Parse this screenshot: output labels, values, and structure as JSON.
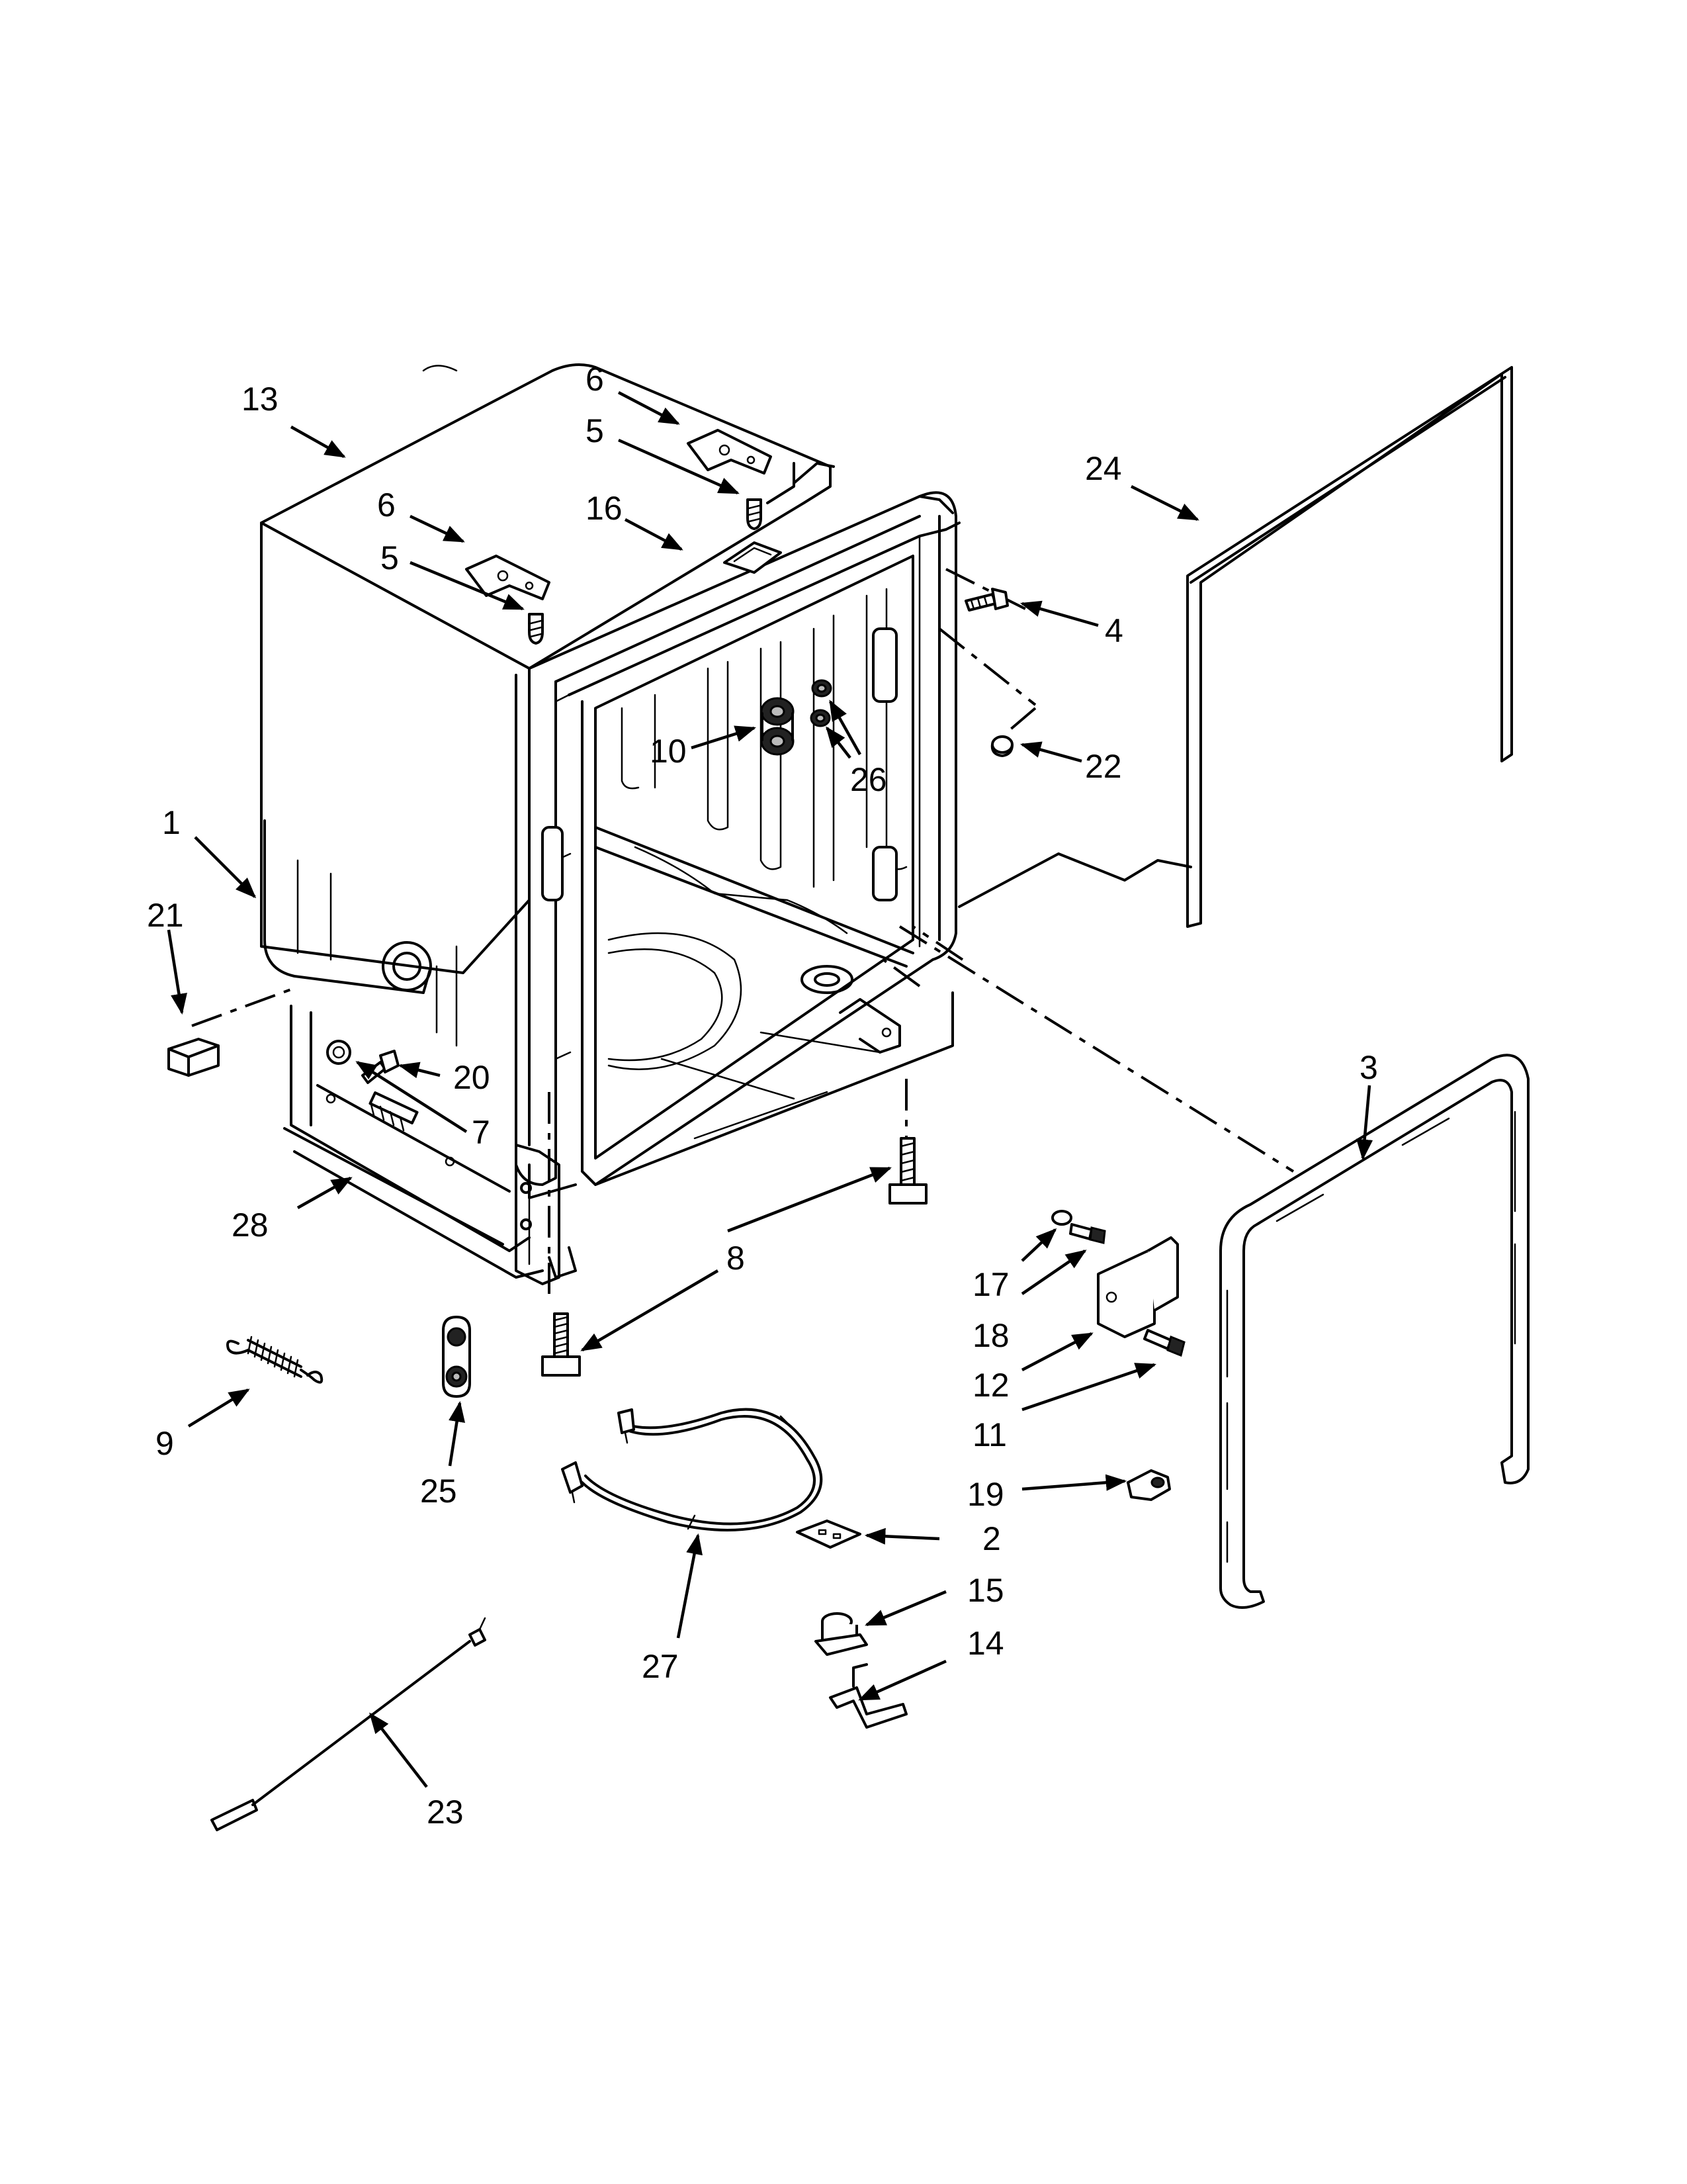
{
  "diagram": {
    "callouts": [
      {
        "id": "1",
        "label": "1"
      },
      {
        "id": "2",
        "label": "2"
      },
      {
        "id": "3",
        "label": "3"
      },
      {
        "id": "4",
        "label": "4"
      },
      {
        "id": "5a",
        "label": "5"
      },
      {
        "id": "5b",
        "label": "5"
      },
      {
        "id": "6a",
        "label": "6"
      },
      {
        "id": "6b",
        "label": "6"
      },
      {
        "id": "7",
        "label": "7"
      },
      {
        "id": "8",
        "label": "8"
      },
      {
        "id": "9",
        "label": "9"
      },
      {
        "id": "10",
        "label": "10"
      },
      {
        "id": "11",
        "label": "11"
      },
      {
        "id": "12",
        "label": "12"
      },
      {
        "id": "13",
        "label": "13"
      },
      {
        "id": "14",
        "label": "14"
      },
      {
        "id": "15",
        "label": "15"
      },
      {
        "id": "16",
        "label": "16"
      },
      {
        "id": "17",
        "label": "17"
      },
      {
        "id": "18",
        "label": "18"
      },
      {
        "id": "19",
        "label": "19"
      },
      {
        "id": "20",
        "label": "20"
      },
      {
        "id": "21",
        "label": "21"
      },
      {
        "id": "22",
        "label": "22"
      },
      {
        "id": "23",
        "label": "23"
      },
      {
        "id": "24",
        "label": "24"
      },
      {
        "id": "25",
        "label": "25"
      },
      {
        "id": "26",
        "label": "26"
      },
      {
        "id": "27",
        "label": "27"
      },
      {
        "id": "28",
        "label": "28"
      }
    ]
  }
}
